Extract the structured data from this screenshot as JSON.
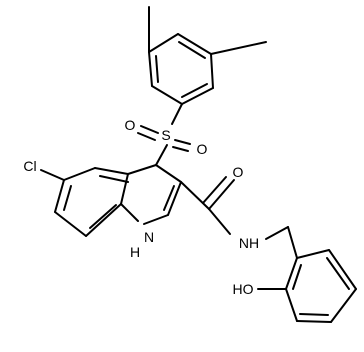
{
  "structure": {
    "atoms": {
      "chlorine": "Cl",
      "sulfur": "S",
      "sulfonyl_oxygen_left": "O",
      "sulfonyl_oxygen_right": "O",
      "carbonyl_oxygen": "O",
      "amide_nitrogen": "NH",
      "indole_nitrogen_n": "N",
      "indole_nitrogen_h": "H",
      "hydroxyl": "HO"
    }
  },
  "colors": {
    "bond": "#000000",
    "label": "#000000",
    "background": "#ffffff"
  }
}
